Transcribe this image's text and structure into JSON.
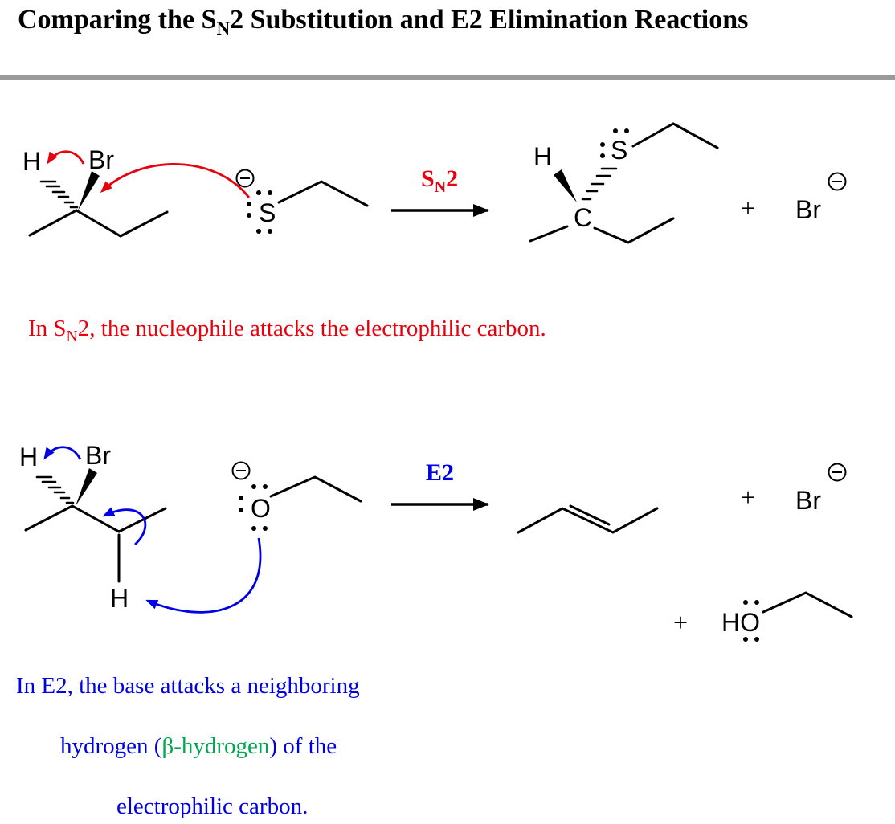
{
  "title": {
    "prefix": "Comparing the S",
    "sub": "N",
    "suffix": "2 Substitution and E2 Elimination Reactions"
  },
  "colors": {
    "red": "#e8000d",
    "blue": "#0000e6",
    "green": "#00a650",
    "divider_gray": "#9a9a9a",
    "structure_black": "#000000"
  },
  "sn2_scheme": {
    "arrow_label": {
      "prefix": "S",
      "sub": "N",
      "suffix": "2"
    },
    "reactant": {
      "h": "H",
      "br": "Br"
    },
    "nucleophile": {
      "atom": "S"
    },
    "product": {
      "h": "H",
      "s": "S",
      "c": "C"
    },
    "byproduct": {
      "plus": "+",
      "br": "Br"
    },
    "caption": {
      "prefix": "In S",
      "sub": "N",
      "suffix": "2, the nucleophile attacks the electrophilic carbon."
    }
  },
  "e2_scheme": {
    "arrow_label": "E2",
    "reactant": {
      "h": "H",
      "br": "Br",
      "beta_h": "H"
    },
    "base": {
      "atom": "O"
    },
    "byproduct1": {
      "plus": "+",
      "br": "Br"
    },
    "byproduct2": {
      "plus": "+",
      "ho": "HO"
    },
    "caption": {
      "line1": "In E2, the base attacks a neighboring",
      "line2_pre": "hydrogen (",
      "line2_green": "β-hydrogen",
      "line2_post": ") of the",
      "line3": "electrophilic carbon."
    }
  }
}
